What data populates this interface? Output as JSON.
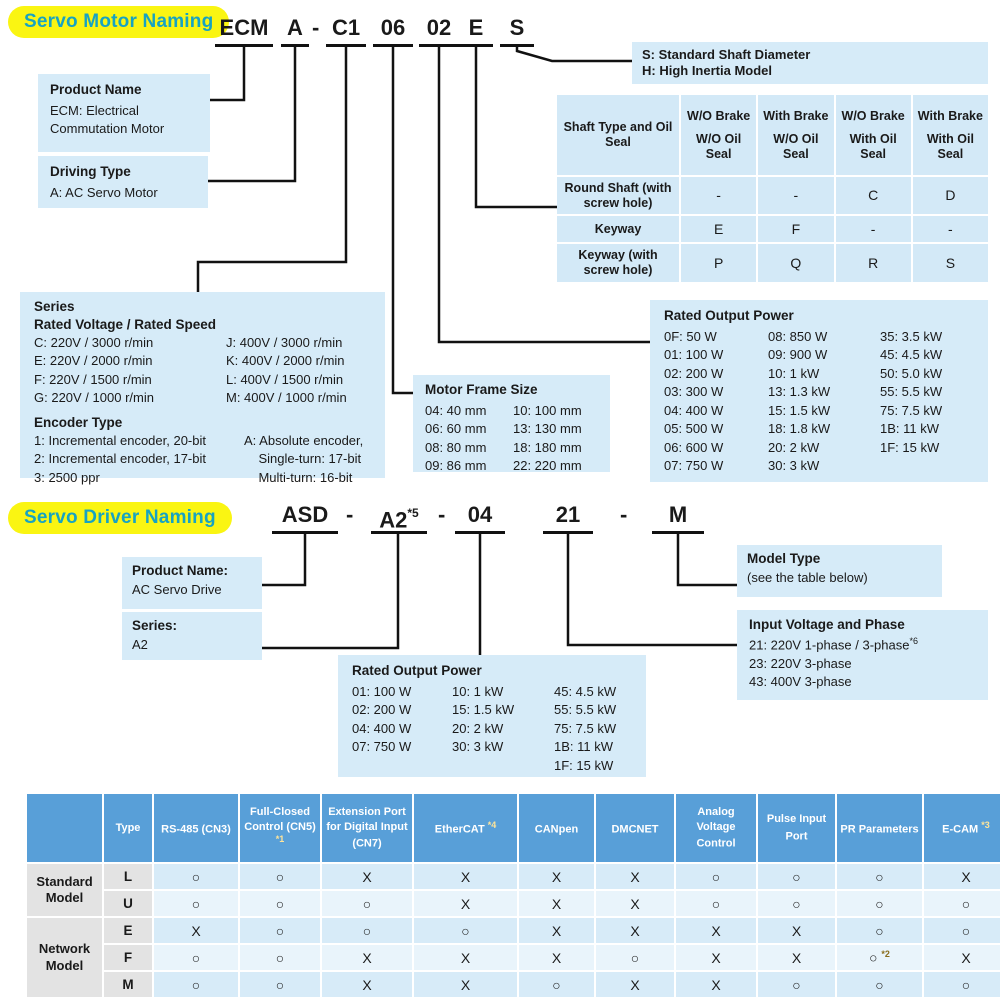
{
  "motor": {
    "badge": "Servo Motor Naming",
    "code": [
      {
        "text": "ECM",
        "sup": ""
      },
      {
        "text": "A",
        "sup": ""
      },
      {
        "text": "-",
        "sup": ""
      },
      {
        "text": "C1",
        "sup": ""
      },
      {
        "text": "06",
        "sup": ""
      },
      {
        "text": "02",
        "sup": ""
      },
      {
        "text": "E",
        "sup": ""
      },
      {
        "text": "S",
        "sup": ""
      }
    ],
    "product_name": {
      "title": "Product Name",
      "body": [
        "ECM: Electrical",
        "Commutation Motor"
      ]
    },
    "driving_type": {
      "title": "Driving Type",
      "body": [
        "A: AC Servo Motor"
      ]
    },
    "shaft_note": [
      "S: Standard Shaft Diameter",
      "H: High Inertia Model"
    ],
    "shaft_table": {
      "corner": "Shaft Type and Oil Seal",
      "columns": [
        {
          "line1": "W/O Brake",
          "line2": "W/O Oil Seal"
        },
        {
          "line1": "With Brake",
          "line2": "W/O Oil Seal"
        },
        {
          "line1": "W/O Brake",
          "line2": "With Oil Seal"
        },
        {
          "line1": "With Brake",
          "line2": "With Oil Seal"
        }
      ],
      "rows": [
        {
          "label": "Round Shaft (with screw hole)",
          "values": [
            "-",
            "-",
            "C",
            "D"
          ]
        },
        {
          "label": "Keyway",
          "values": [
            "E",
            "F",
            "-",
            "-"
          ]
        },
        {
          "label": "Keyway (with screw hole)",
          "values": [
            "P",
            "Q",
            "R",
            "S"
          ]
        }
      ]
    },
    "series": {
      "title": "Series",
      "subtitle": "Rated Voltage /  Rated Speed",
      "voltage_left": [
        "C: 220V / 3000 r/min",
        "E: 220V / 2000 r/min",
        "F: 220V / 1500 r/min",
        "G: 220V / 1000 r/min"
      ],
      "voltage_right": [
        "J: 400V / 3000 r/min",
        "K: 400V / 2000 r/min",
        "L: 400V / 1500 r/min",
        "M: 400V / 1000 r/min"
      ],
      "encoder_title": "Encoder Type",
      "encoder_left": [
        "1: Incremental encoder, 20-bit",
        "2: Incremental encoder, 17-bit",
        "3: 2500 ppr"
      ],
      "encoder_right": [
        "A: Absolute encoder,",
        "    Single-turn: 17-bit",
        "    Multi-turn: 16-bit"
      ]
    },
    "frame": {
      "title": "Motor Frame Size",
      "col1": [
        "04: 40 mm",
        "06: 60 mm",
        "08: 80 mm",
        "09: 86 mm"
      ],
      "col2": [
        "10: 100 mm",
        "13: 130 mm",
        "18: 180 mm",
        "22: 220 mm"
      ]
    },
    "power": {
      "title": "Rated Output Power",
      "col1": [
        "0F: 50 W",
        "01: 100 W",
        "02: 200 W",
        "03: 300 W",
        "04: 400 W",
        "05: 500 W",
        "06: 600 W",
        "07: 750 W"
      ],
      "col2": [
        "08: 850 W",
        "09: 900 W",
        "10: 1 kW",
        "13: 1.3 kW",
        "15: 1.5 kW",
        "18: 1.8 kW",
        "20: 2 kW",
        "30: 3 kW"
      ],
      "col3": [
        "35: 3.5 kW",
        "45: 4.5 kW",
        "50: 5.0 kW",
        "55: 5.5 kW",
        "75: 7.5 kW",
        "1B: 11 kW",
        "1F: 15 kW"
      ]
    }
  },
  "driver": {
    "badge": "Servo Driver Naming",
    "code": [
      {
        "text": "ASD",
        "sup": ""
      },
      {
        "text": "-",
        "sup": ""
      },
      {
        "text": "A2",
        "sup": "*5"
      },
      {
        "text": "-",
        "sup": ""
      },
      {
        "text": "04",
        "sup": ""
      },
      {
        "text": "21",
        "sup": ""
      },
      {
        "text": "-",
        "sup": ""
      },
      {
        "text": "M",
        "sup": ""
      }
    ],
    "product_name": {
      "title": "Product Name:",
      "body": [
        "AC Servo Drive"
      ]
    },
    "series": {
      "title": "Series:",
      "body": [
        "A2"
      ]
    },
    "model_type": {
      "title": "Model Type",
      "body": [
        "(see the table below)"
      ]
    },
    "input_voltage": {
      "title": "Input Voltage and Phase",
      "line1": "21: 220V 1-phase / 3-phase",
      "line1_sup": "*6",
      "line2": "23: 220V 3-phase",
      "line3": "43: 400V 3-phase"
    },
    "power": {
      "title": "Rated Output Power",
      "col1": [
        "01: 100 W",
        "02: 200 W",
        "04: 400 W",
        "07: 750 W"
      ],
      "col2": [
        "10: 1 kW",
        "15: 1.5 kW",
        "20: 2 kW",
        "30: 3 kW"
      ],
      "col3": [
        "45: 4.5 kW",
        "55: 5.5 kW",
        "75: 7.5 kW",
        "1B: 11 kW",
        "1F: 15 kW"
      ]
    }
  },
  "matrix": {
    "type_header": "Type",
    "columns": [
      {
        "label": "RS-485 (CN3)",
        "sup": ""
      },
      {
        "label": "Full-Closed Control (CN5)",
        "sup": "*1"
      },
      {
        "label": "Extension Port for Digital Input (CN7)",
        "sup": ""
      },
      {
        "label": "EtherCAT",
        "sup": "*4"
      },
      {
        "label": "CANpen",
        "sup": ""
      },
      {
        "label": "DMCNET",
        "sup": ""
      },
      {
        "label": "Analog Voltage Control",
        "sup": ""
      },
      {
        "label": "Pulse Input Port",
        "sup": ""
      },
      {
        "label": "PR Parameters",
        "sup": ""
      },
      {
        "label": "E-CAM",
        "sup": "*3"
      }
    ],
    "groups": [
      {
        "label": "Standard Model"
      },
      {
        "label": "Network Model"
      }
    ],
    "rows": [
      {
        "type": "L",
        "cells": [
          "○",
          "○",
          "X",
          "X",
          "X",
          "X",
          "○",
          "○",
          "○",
          "X"
        ],
        "sup": ""
      },
      {
        "type": "U",
        "cells": [
          "○",
          "○",
          "○",
          "X",
          "X",
          "X",
          "○",
          "○",
          "○",
          "○"
        ],
        "sup": ""
      },
      {
        "type": "E",
        "cells": [
          "X",
          "○",
          "○",
          "○",
          "X",
          "X",
          "X",
          "X",
          "○",
          "○"
        ],
        "sup": ""
      },
      {
        "type": "F",
        "cells": [
          "○",
          "○",
          "X",
          "X",
          "X",
          "○",
          "X",
          "X",
          "○",
          "X"
        ],
        "sup": "*2"
      },
      {
        "type": "M",
        "cells": [
          "○",
          "○",
          "X",
          "X",
          "○",
          "X",
          "X",
          "○",
          "○",
          "○"
        ],
        "sup": ""
      }
    ],
    "colors": {
      "header_blue": "#589fd8",
      "light_blue": "#d6ebf8",
      "badge_yellow": "#faf512",
      "badge_text": "#17a3c2"
    }
  }
}
